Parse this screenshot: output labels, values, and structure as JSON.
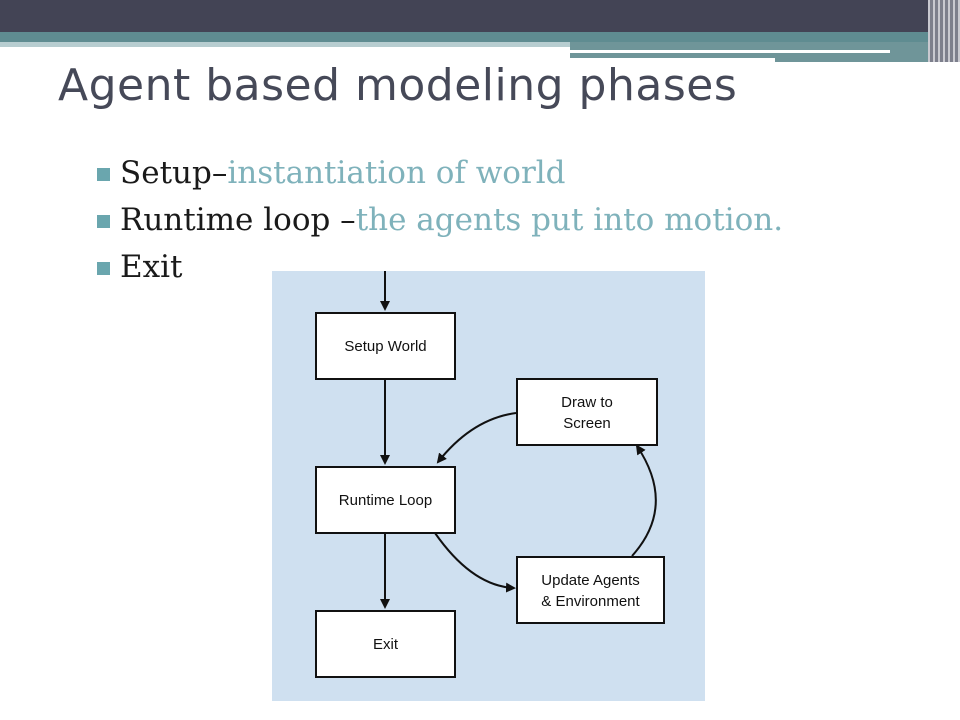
{
  "slide": {
    "title": "Agent based modeling phases"
  },
  "bullets": [
    {
      "label": "Setup–",
      "detail": " instantiation of world"
    },
    {
      "label": "Runtime loop – ",
      "detail": "the agents put into motion."
    },
    {
      "label": "Exit",
      "detail": ""
    }
  ],
  "diagram": {
    "nodes": {
      "setup": "Setup World",
      "draw_line1": "Draw to",
      "draw_line2": "Screen",
      "runtime": "Runtime Loop",
      "update_line1": "Update Agents",
      "update_line2": "& Environment",
      "exit": "Exit"
    }
  },
  "colors": {
    "accent": "#7fb2bb",
    "diagram_bg": "#cfe0f0",
    "header": "#434455"
  }
}
